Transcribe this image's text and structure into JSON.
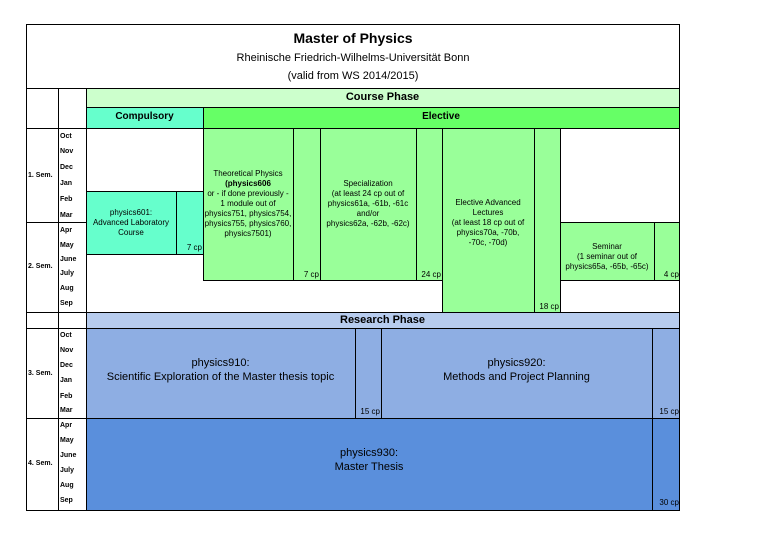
{
  "header": {
    "title": "Master of Physics",
    "university": "Rheinische Friedrich-Wilhelms-Universität Bonn",
    "validity": "(valid from WS 2014/2015)"
  },
  "course_phase": {
    "title": "Course Phase",
    "compulsory_label": "Compulsory",
    "elective_label": "Elective"
  },
  "research_phase": {
    "title": "Research Phase"
  },
  "semesters": [
    "1. Sem.",
    "2. Sem.",
    "3. Sem.",
    "4. Sem."
  ],
  "months": [
    "Oct",
    "Nov",
    "Dec",
    "Jan",
    "Feb",
    "Mar",
    "Apr",
    "May",
    "June",
    "July",
    "Aug",
    "Sep"
  ],
  "modules": {
    "physics601": {
      "lines": [
        "physics601:",
        "Advanced Laboratory",
        "Course"
      ],
      "cp": "7 cp"
    },
    "theoretical": {
      "line1": "Theoretical Physics",
      "line2": "(physics606",
      "lines": [
        "or - if done previously -",
        "1 module out of",
        "physics751, physics754,",
        "physics755, physics760,",
        "physics7501)"
      ],
      "cp": "7 cp"
    },
    "specialization": {
      "lines": [
        "Specialization",
        "(at least 24 cp out of",
        "physics61a, -61b, -61c",
        "and/or",
        "physics62a, -62b, -62c)"
      ],
      "cp": "24 cp"
    },
    "elective_lectures": {
      "lines": [
        "Elective Advanced",
        "Lectures",
        "(at least 18 cp out of",
        "physics70a, -70b,",
        "-70c, -70d)"
      ],
      "cp": "18 cp"
    },
    "seminar": {
      "lines": [
        "Seminar",
        "(1 seminar out of",
        "physics65a, -65b, -65c)"
      ],
      "cp": "4 cp"
    },
    "physics910": {
      "lines": [
        "physics910:",
        "Scientific Exploration of the Master thesis topic"
      ],
      "cp": "15 cp"
    },
    "physics920": {
      "lines": [
        "physics920:",
        "Methods and Project Planning"
      ],
      "cp": "15 cp"
    },
    "physics930": {
      "lines": [
        "physics930:",
        "Master Thesis"
      ],
      "cp": "30 cp"
    }
  },
  "colors": {
    "course_phase": "#ccffcc",
    "compulsory": "#66ffcc",
    "elective": "#66ff66",
    "elective_module": "#99ff99",
    "research_phase": "#b7ccee",
    "research_module": "#8eaee3",
    "thesis": "#5a8fdc"
  }
}
